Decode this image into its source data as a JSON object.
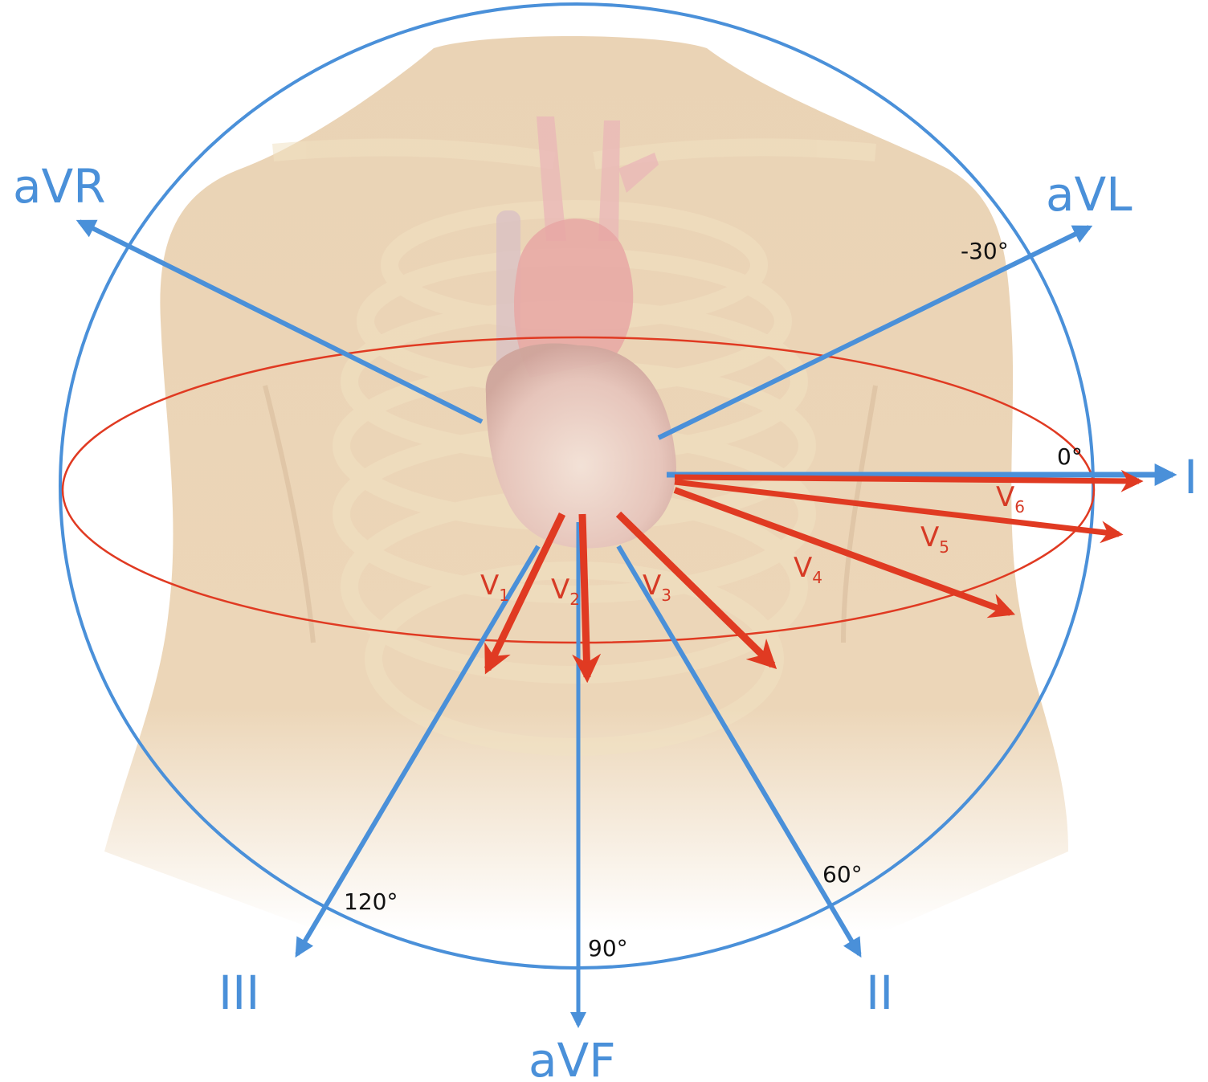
{
  "colors": {
    "limb_leads": "#4a90d9",
    "precordial_leads": "#e03a22",
    "skin": "#ecd6b8",
    "heart": "#e8b8b0"
  },
  "limb_leads": [
    {
      "id": "I",
      "label": "I",
      "angle_deg": 0
    },
    {
      "id": "aVL",
      "label": "aVL",
      "angle_deg": -30
    },
    {
      "id": "aVR",
      "label": "aVR",
      "angle_deg": -150
    },
    {
      "id": "II",
      "label": "II",
      "angle_deg": 60
    },
    {
      "id": "III",
      "label": "III",
      "angle_deg": 120
    },
    {
      "id": "aVF",
      "label": "aVF",
      "angle_deg": 90
    }
  ],
  "degree_labels": [
    "-30°",
    "0°",
    "60°",
    "90°",
    "120°"
  ],
  "precordial_leads": [
    {
      "id": "V1",
      "letter": "V",
      "sub": "1"
    },
    {
      "id": "V2",
      "letter": "V",
      "sub": "2"
    },
    {
      "id": "V3",
      "letter": "V",
      "sub": "3"
    },
    {
      "id": "V4",
      "letter": "V",
      "sub": "4"
    },
    {
      "id": "V5",
      "letter": "V",
      "sub": "5"
    },
    {
      "id": "V6",
      "letter": "V",
      "sub": "6"
    }
  ]
}
